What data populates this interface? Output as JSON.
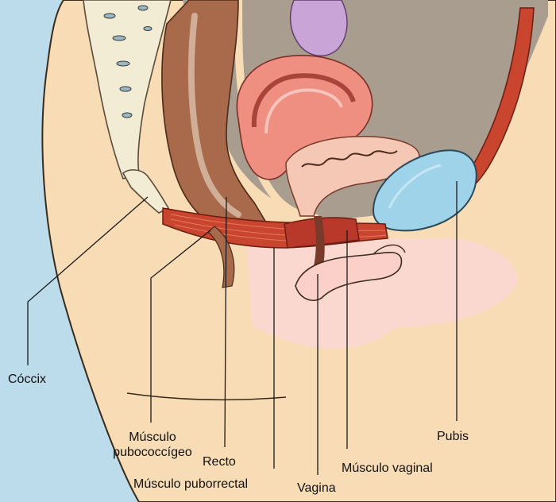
{
  "labels": {
    "coccix": "Cóccix",
    "musculo_pubococcigeo_line1": "Músculo",
    "musculo_pubococcigeo_line2": "pubococcígeo",
    "recto": "Recto",
    "musculo_puborrectal": "Músculo puborrectal",
    "vagina": "Vagina",
    "musculo_vaginal": "Músculo vaginal",
    "pubis": "Pubis"
  },
  "colors": {
    "background": "#bcdcec",
    "skin": "#f7dcb6",
    "muscle": "#c9452e",
    "rectum": "#a86a4a",
    "uterus": "#ee8f82",
    "bladder": "#9fd3ea",
    "bone": "#f3ecd5"
  }
}
